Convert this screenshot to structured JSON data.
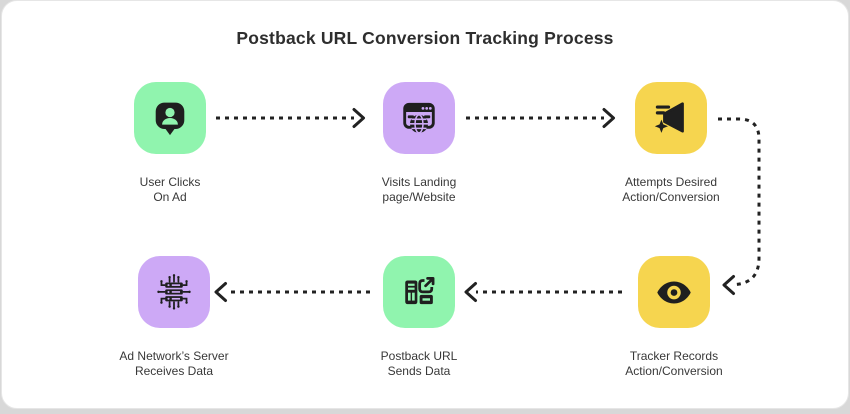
{
  "title": "Postback URL Conversion Tracking Process",
  "steps": [
    {
      "label_line1": "User Clicks",
      "label_line2": "On Ad",
      "icon": "user-chat-bubble-icon",
      "tile_color": "#90f4ae"
    },
    {
      "label_line1": "Visits Landing",
      "label_line2": "page/Website",
      "icon": "browser-globe-icon",
      "tile_color": "#cda9f6"
    },
    {
      "label_line1": "Attempts Desired",
      "label_line2": "Action/Conversion",
      "icon": "megaphone-icon",
      "tile_color": "#f6d54f"
    },
    {
      "label_line1": "Tracker Records",
      "label_line2": "Action/Conversion",
      "icon": "eye-tracker-icon",
      "tile_color": "#f6d54f"
    },
    {
      "label_line1": "Postback URL",
      "label_line2": "Sends Data",
      "icon": "document-export-icon",
      "tile_color": "#90f4ae"
    },
    {
      "label_line1": "Ad Network’s Server",
      "label_line2": "Receives Data",
      "icon": "server-circuit-icon",
      "tile_color": "#cda9f6"
    }
  ],
  "connectors": [
    {
      "from": "User Clicks On Ad",
      "to": "Visits Landing page/Website",
      "style": "dashed-arrow-right"
    },
    {
      "from": "Visits Landing page/Website",
      "to": "Attempts Desired Action/Conversion",
      "style": "dashed-arrow-right"
    },
    {
      "from": "Attempts Desired Action/Conversion",
      "to": "Tracker Records Action/Conversion",
      "style": "dashed-curve-down-left"
    },
    {
      "from": "Tracker Records Action/Conversion",
      "to": "Postback URL Sends Data",
      "style": "dashed-arrow-left"
    },
    {
      "from": "Postback URL Sends Data",
      "to": "Ad Network’s Server Receives Data",
      "style": "dashed-arrow-left"
    }
  ],
  "colors": {
    "page_background": "#d8d8d8",
    "card_background": "#ffffff",
    "tile_green": "#90f4ae",
    "tile_purple": "#cda9f6",
    "tile_yellow": "#f6d54f",
    "glyph": "#1f1f1f",
    "connector": "#222222",
    "title_text": "#2e2e2e",
    "label_text": "#383838"
  }
}
